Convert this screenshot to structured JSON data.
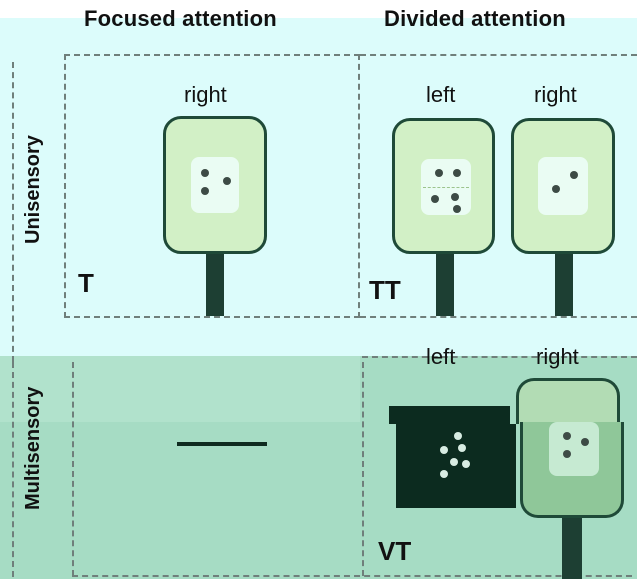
{
  "columns": {
    "focused": "Focused attention",
    "divided": "Divided attention"
  },
  "rows": {
    "unisensory": "Unisensory",
    "multisensory": "Multisensory"
  },
  "conditions": {
    "t": "T",
    "tt": "TT",
    "vt": "VT"
  },
  "side_labels": {
    "focused_unisensory_right": "right",
    "divided_unisensory_left": "left",
    "divided_unisensory_right": "right",
    "divided_multisensory_left": "left",
    "divided_multisensory_right": "right"
  },
  "colors": {
    "background_top": "#dcfcfb",
    "background_bottom": "#a6dcc4",
    "tactile_device_fill": "#d2f0c6",
    "device_outline": "#1f4a38",
    "visual_device": "#0c2b1f"
  }
}
